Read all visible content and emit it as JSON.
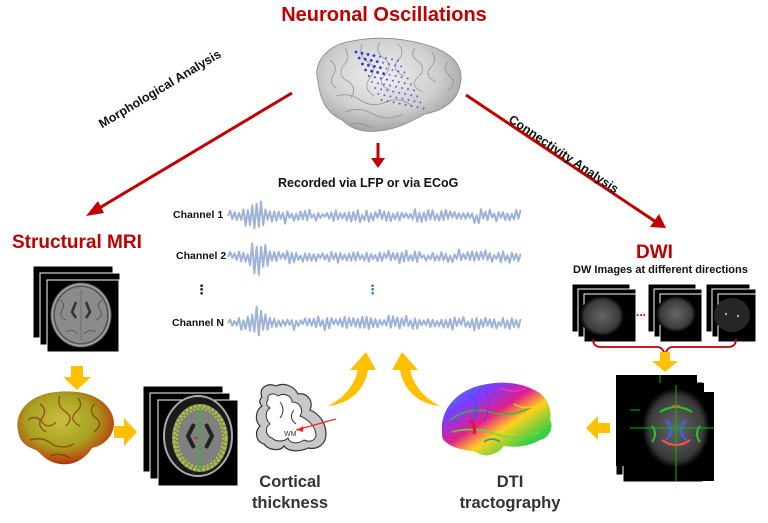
{
  "diagram": {
    "title": "Neuronal Oscillations",
    "branches": {
      "left": {
        "arrow_label": "Morphological Analysis",
        "target_title": "Structural MRI"
      },
      "center": {
        "caption": "Recorded via LFP or via ECoG",
        "channels": [
          {
            "label": "Channel 1"
          },
          {
            "label": "Channel 2"
          },
          {
            "label": "⋮"
          },
          {
            "label": "Channel N"
          }
        ],
        "center_ellipsis": "⋮"
      },
      "right": {
        "arrow_label": "Connectivity Analysis",
        "target_title": "DWI",
        "target_subtitle": "DW Images at different directions",
        "images_ellipsis": "..."
      }
    },
    "bottom": {
      "cortical_thickness": {
        "line1": "Cortical",
        "line2": "thickness",
        "wm_label": "WM"
      },
      "dti": {
        "line1": "DTI",
        "line2": "tractography"
      }
    },
    "colors": {
      "title_red": "#c00000",
      "arrow_red": "#c00000",
      "flow_arrow_orange": "#ffc000",
      "signal_blue": "#9fb3d9",
      "ellipsis_blue": "#2e75b6"
    }
  }
}
